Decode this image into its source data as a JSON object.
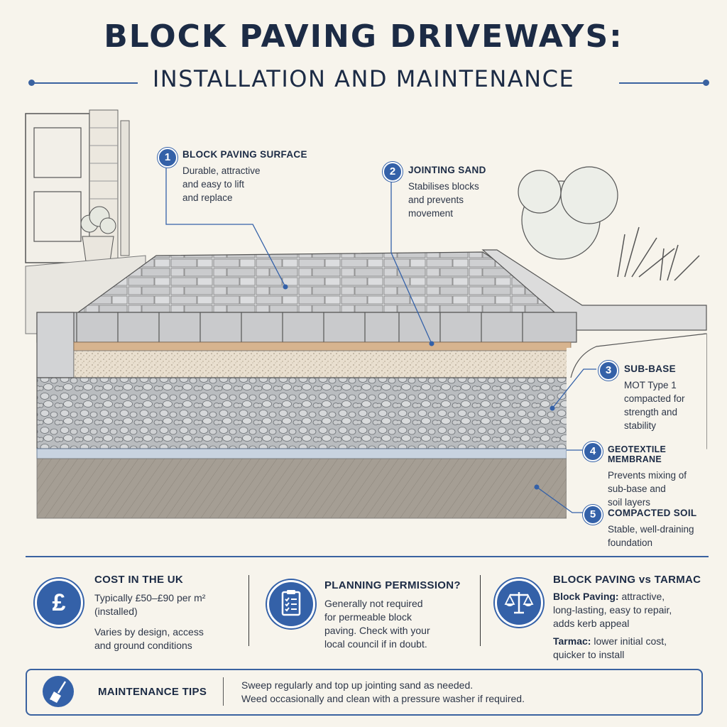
{
  "header": {
    "title": "BLOCK PAVING DRIVEWAYS:",
    "subtitle": "INSTALLATION AND MAINTENANCE"
  },
  "callouts": [
    {
      "number": "1",
      "title": "BLOCK PAVING SURFACE",
      "desc": [
        "Durable, attractive",
        "and easy to lift",
        "and replace"
      ]
    },
    {
      "number": "2",
      "title": "JOINTING SAND",
      "desc": [
        "Stabilises blocks",
        "and prevents",
        "movement"
      ]
    },
    {
      "number": "3",
      "title": "SUB-BASE",
      "desc": [
        "MOT Type 1",
        "compacted for",
        "strength and",
        "stability"
      ]
    },
    {
      "number": "4",
      "title": "GEOTEXTILE MEMBRANE",
      "desc": [
        "Prevents mixing of",
        "sub-base and",
        "soil layers"
      ]
    },
    {
      "number": "5",
      "title": "COMPACTED SOIL",
      "desc": [
        "Stable, well-draining",
        "foundation"
      ]
    }
  ],
  "info": {
    "cost": {
      "icon": "pound-icon",
      "symbol": "£",
      "title": "COST IN THE UK",
      "lines": [
        "Typically £50–£90 per m²",
        "(installed)"
      ],
      "lines2": [
        "Varies by design, access",
        "and ground conditions"
      ]
    },
    "planning": {
      "icon": "clipboard-checklist-icon",
      "title": "PLANNING PERMISSION?",
      "lines": [
        "Generally not required",
        "for permeable block",
        "paving. Check with your",
        "local council if in doubt."
      ]
    },
    "compare": {
      "icon": "balance-scale-icon",
      "title": "BLOCK PAVING vs TARMAC",
      "bp_label": "Block Paving:",
      "bp_lines": [
        " attractive,",
        "long-lasting, easy to repair,",
        "adds kerb appeal"
      ],
      "tm_label": "Tarmac:",
      "tm_lines": [
        " lower initial cost,",
        "quicker to install"
      ]
    }
  },
  "tips": {
    "icon": "broom-icon",
    "label": "MAINTENANCE TIPS",
    "lines": [
      "Sweep regularly and top up jointing sand as needed.",
      "Weed occasionally and clean with a pressure washer if required."
    ]
  },
  "colors": {
    "accent": "#3461a8",
    "navy": "#1c2b45",
    "background": "#f7f4ec"
  }
}
